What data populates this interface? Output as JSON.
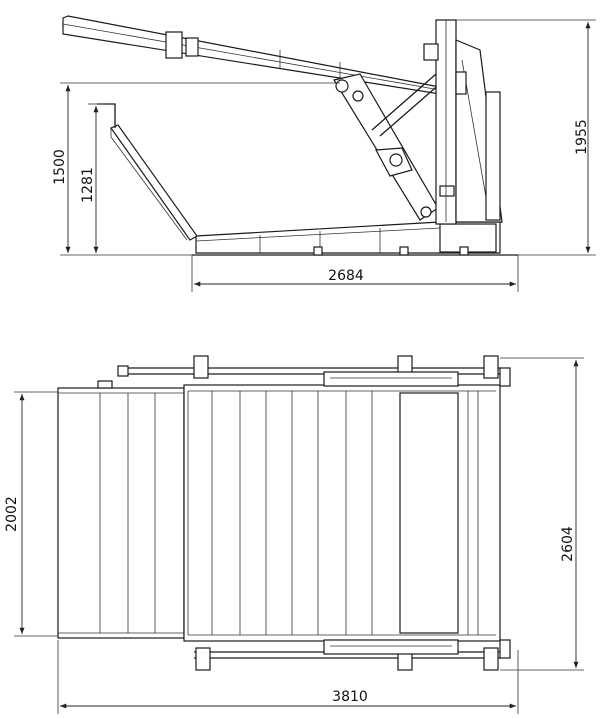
{
  "side_view": {
    "dim_total_height": "1955",
    "dim_upper_height": "1500",
    "dim_lower_height": "1281",
    "dim_length": "2684"
  },
  "plan_view": {
    "dim_platform_width": "2002",
    "dim_overall_width": "2604",
    "dim_overall_length": "3810"
  }
}
